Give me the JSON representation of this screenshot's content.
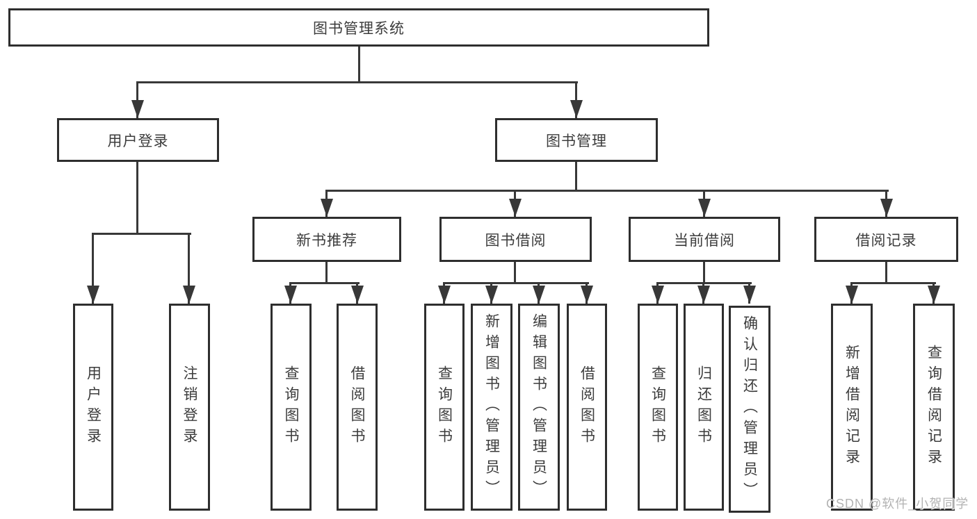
{
  "watermark": {
    "text": "CSDN @软件_小贺同学"
  },
  "colors": {
    "line": "#383838",
    "box_border": "#2e2e2e",
    "text": "#3c3c3c",
    "background": "#ffffff",
    "watermark": "#b3b3b3"
  },
  "tree": {
    "label": "图书管理系统",
    "children": [
      {
        "label": "用户登录",
        "children": [
          {
            "label": "用户登录"
          },
          {
            "label": "注销登录"
          }
        ]
      },
      {
        "label": "图书管理",
        "children": [
          {
            "label": "新书推荐",
            "children": [
              {
                "label": "查询图书"
              },
              {
                "label": "借阅图书"
              }
            ]
          },
          {
            "label": "图书借阅",
            "children": [
              {
                "label": "查询图书"
              },
              {
                "label": "新增图书（管理员）"
              },
              {
                "label": "编辑图书（管理员）"
              },
              {
                "label": "借阅图书"
              }
            ]
          },
          {
            "label": "当前借阅",
            "children": [
              {
                "label": "查询图书"
              },
              {
                "label": "归还图书"
              },
              {
                "label": "确认归还（管理员）"
              }
            ]
          },
          {
            "label": "借阅记录",
            "children": [
              {
                "label": "新增借阅记录"
              },
              {
                "label": "查询借阅记录"
              }
            ]
          }
        ]
      }
    ]
  }
}
